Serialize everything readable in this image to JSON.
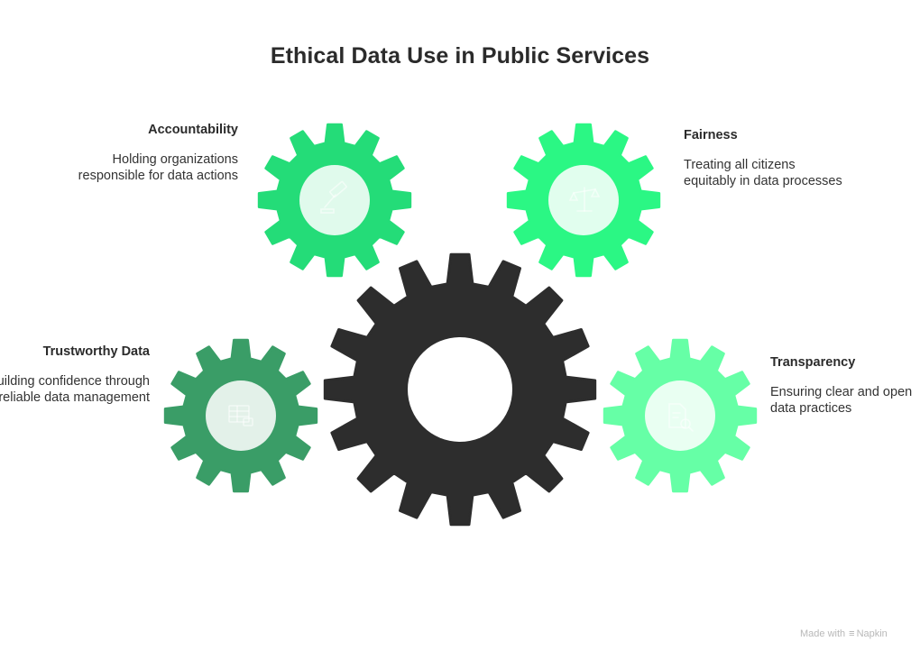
{
  "title": "Ethical Data Use in Public Services",
  "colors": {
    "central_gear": "#2d2d2d",
    "accountability": "#24dc78",
    "fairness": "#2bf784",
    "trustworthy_data": "#3a9d67",
    "transparency": "#66ffa6"
  },
  "blocks": {
    "accountability": {
      "heading": "Accountability",
      "description": "Holding organizations responsible for data actions",
      "icon": "gavel-icon"
    },
    "fairness": {
      "heading": "Fairness",
      "description": "Treating all citizens equitably in data processes",
      "icon": "scales-icon"
    },
    "trustworthy_data": {
      "heading": "Trustworthy Data",
      "description": "Building confidence through reliable data management",
      "icon": "data-lock-icon"
    },
    "transparency": {
      "heading": "Transparency",
      "description": "Ensuring clear and open data practices",
      "icon": "document-search-icon"
    }
  },
  "credit": {
    "made_with": "Made with",
    "brand": "Napkin"
  }
}
